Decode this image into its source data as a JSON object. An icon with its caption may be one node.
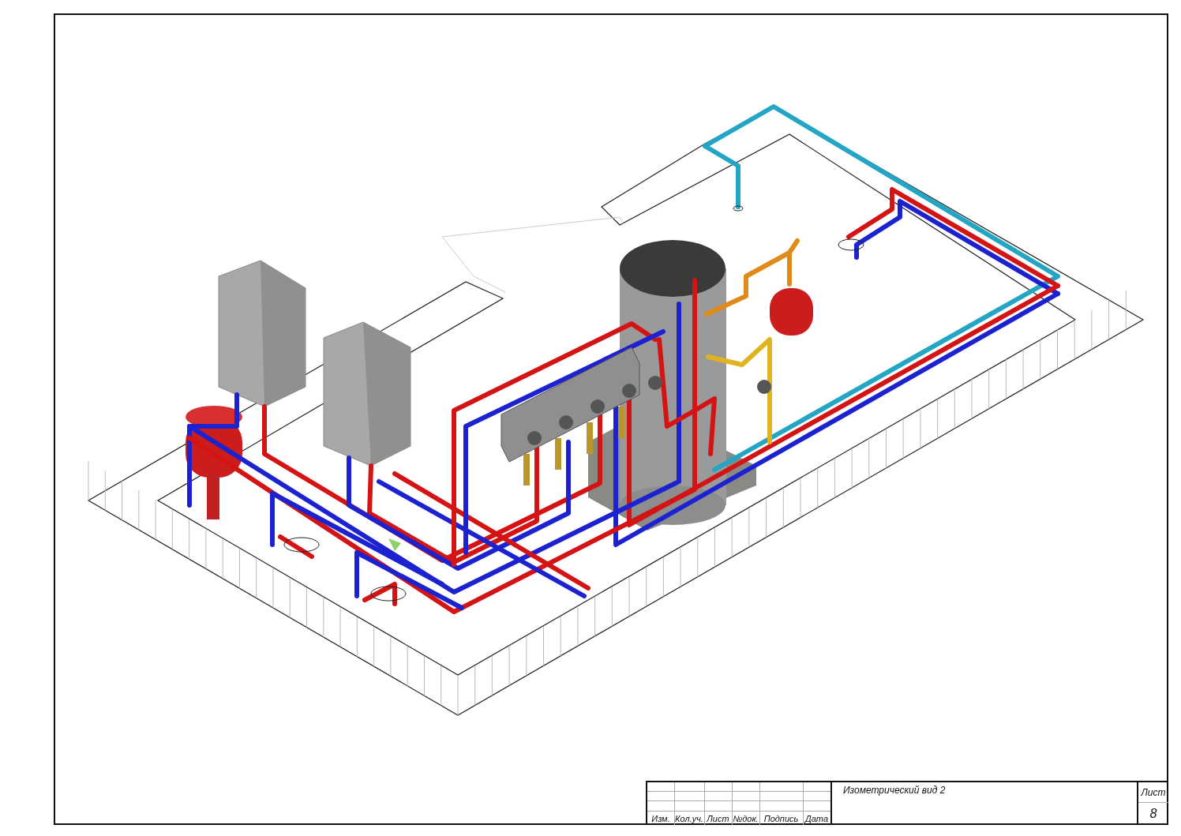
{
  "diagram": {
    "labels": [
      "Изм.",
      "Кол.уч.",
      "Лист",
      "№док.",
      "Подпись",
      "Дата",
      "Изометрический вид 2",
      "Лист",
      "8"
    ]
  }
}
